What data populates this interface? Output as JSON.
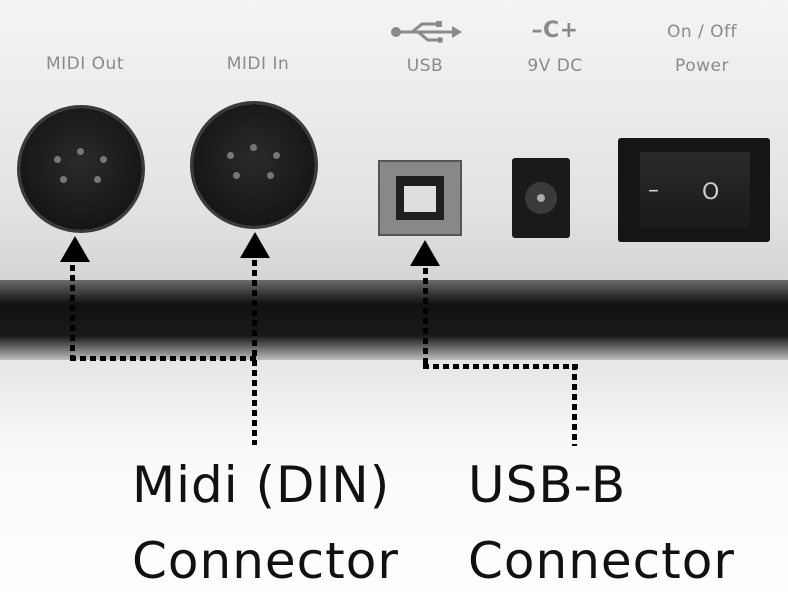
{
  "panel_labels": {
    "midi_out": "MIDI Out",
    "midi_in": "MIDI In",
    "usb": "USB",
    "dc_symbol": "–C+",
    "dc": "9V DC",
    "power_top": "On / Off",
    "power_bottom": "Power",
    "switch_off": "–",
    "switch_on": "O"
  },
  "annotations": {
    "midi_line1": "Midi (DIN)",
    "midi_line2": "Connector",
    "usb_line1": "USB-B",
    "usb_line2": "Connector"
  },
  "icons": [
    "usb-icon",
    "dc-polarity-icon",
    "arrow-up-icon"
  ]
}
